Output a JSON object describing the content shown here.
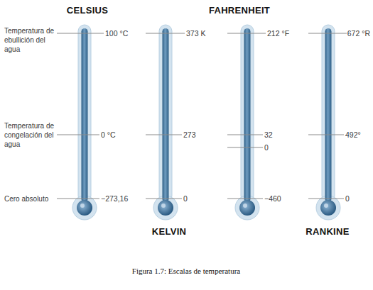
{
  "diagram": {
    "caption": "Figura 1.7: Escalas de temperatura",
    "labels": [
      "CELSIUS",
      "FAHRENHEIT",
      "Temperatura de ebullición del agua",
      "Temperatura de congelación del agua",
      "Cero absoluto",
      "100 °C",
      "0 °C",
      "−273,16",
      "373 K",
      "273",
      "0",
      "212 °F",
      "32",
      "0",
      "−460",
      "672 °R",
      "492°",
      "0",
      "KELVIN",
      "RANKINE"
    ]
  }
}
